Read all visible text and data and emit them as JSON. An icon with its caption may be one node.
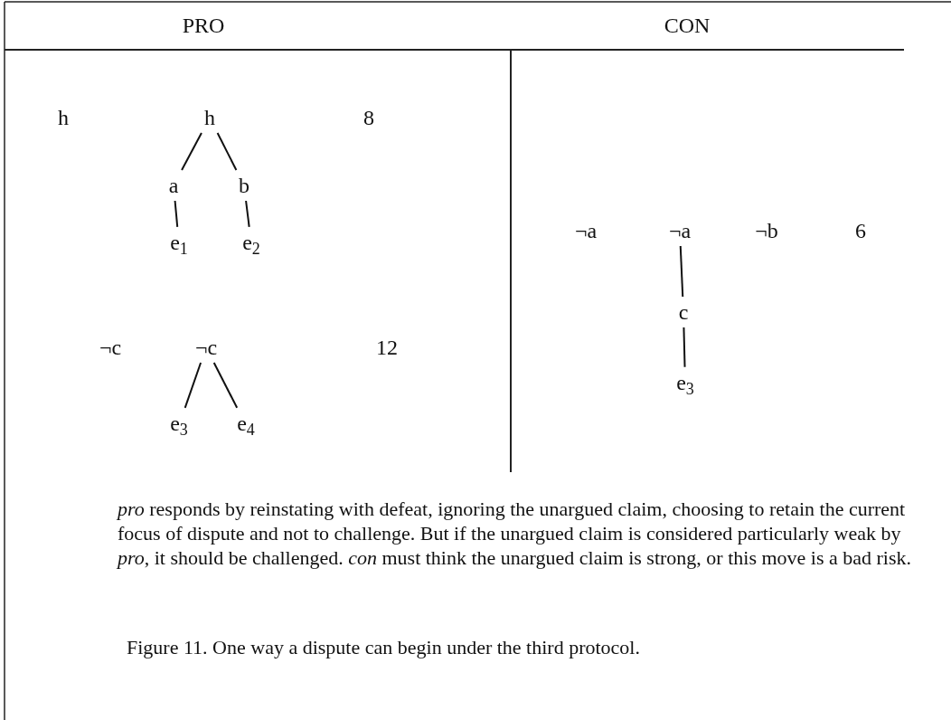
{
  "diagram": {
    "caption": "Figure 11.  One way a dispute can begin under the third protocol.",
    "nodes": [
      {
        "text": [
          "h"
        ]
      },
      {
        "text": [
          "a"
        ]
      },
      {
        "text": [
          "b"
        ]
      },
      {
        "text": [
          "e$_{1}$"
        ]
      },
      {
        "text": [
          "e$_{2}$"
        ]
      },
      {
        "text": [
          "¬c"
        ]
      },
      {
        "text": [
          "e$_{3}$"
        ]
      },
      {
        "text": [
          "e$_{4}$"
        ]
      },
      {
        "text": [
          "¬a"
        ]
      },
      {
        "text": [
          "c"
        ]
      },
      {
        "text": [
          "e$_{3}$"
        ]
      }
    ],
    "edges": [
      {
        "from": 0,
        "to": 1,
        "arrow": "none"
      },
      {
        "from": 0,
        "to": 2,
        "arrow": "none"
      },
      {
        "from": 1,
        "to": 3,
        "arrow": "none"
      },
      {
        "from": 2,
        "to": 4,
        "arrow": "none"
      },
      {
        "from": 5,
        "to": 6,
        "arrow": "none"
      },
      {
        "from": 5,
        "to": 7,
        "arrow": "none"
      },
      {
        "from": 8,
        "to": 9,
        "arrow": "none"
      },
      {
        "from": 9,
        "to": 10,
        "arrow": "none"
      }
    ],
    "labels": [
      "PRO",
      "CON",
      "h",
      "8",
      "¬a",
      "¬b",
      "6",
      "¬c",
      "12",
      "*pro* responds by reinstating with defeat, ignoring the unargued claim, choosing to retain the current focus of dispute and not to challenge.  But if the unargued claim is considered particularly weak by *pro*, it should be challenged.  *con* must think the unargued claim is strong, or this move is a bad risk."
    ]
  }
}
